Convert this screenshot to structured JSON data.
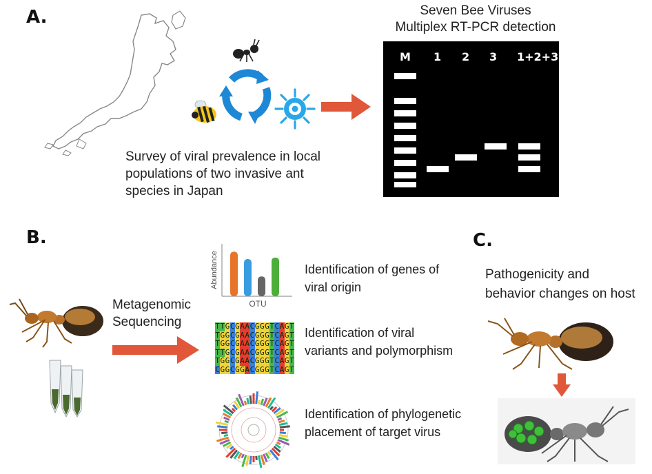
{
  "sections": {
    "a": "A.",
    "b": "B.",
    "c": "C."
  },
  "panel_a": {
    "survey_text": "Survey of viral prevalence in local populations of two invasive ant species in Japan",
    "survey_lines": [
      "Survey of viral prevalence in local",
      "populations of two invasive ant",
      "species in Japan"
    ],
    "gel_title": [
      "Seven Bee Viruses",
      "Multiplex RT-PCR detection"
    ],
    "lanes": [
      "M",
      "1",
      "2",
      "3",
      "1+2+3"
    ],
    "icons": [
      "japan-map",
      "ant-emoji",
      "bee-emoji",
      "virus-icon",
      "cycle-arrows-icon",
      "right-arrow"
    ],
    "colors": {
      "arrow": "#e0573a",
      "cycle": "#1e88d6",
      "virus": "#2aa7e8"
    }
  },
  "panel_b": {
    "method_lines": [
      "Metagenomic",
      "Sequencing"
    ],
    "outcomes": [
      {
        "lines": [
          "Identification of genes of",
          "viral origin"
        ]
      },
      {
        "lines": [
          "Identification of viral",
          "variants and polymorphism"
        ]
      },
      {
        "lines": [
          "Identification of phylogenetic",
          "placement of target virus"
        ]
      }
    ],
    "bar_chart": {
      "ylabel": "Abundance",
      "xlabel": "OTU"
    },
    "sequences": [
      "TTGCGAACGGGTCAGT",
      "TGGCGAACGGGTCAGT",
      "TGGCGAACGGGTCAGT",
      "TTGCGAACGGGTCAGT",
      "TGGCGAACGGGTCAGT",
      "CGGCGGACGGGTCAGT"
    ]
  },
  "panel_c": {
    "lines": [
      "Pathogenicity and",
      "behavior changes on host"
    ]
  },
  "chart_data": {
    "type": "bar",
    "xlabel": "OTU",
    "ylabel": "Abundance",
    "categories": [
      "",
      "",
      "",
      ""
    ],
    "values": [
      90,
      75,
      40,
      78
    ],
    "colors": [
      "#e8742a",
      "#3a9ce0",
      "#666666",
      "#4caf3a"
    ],
    "ylim": [
      0,
      100
    ]
  }
}
